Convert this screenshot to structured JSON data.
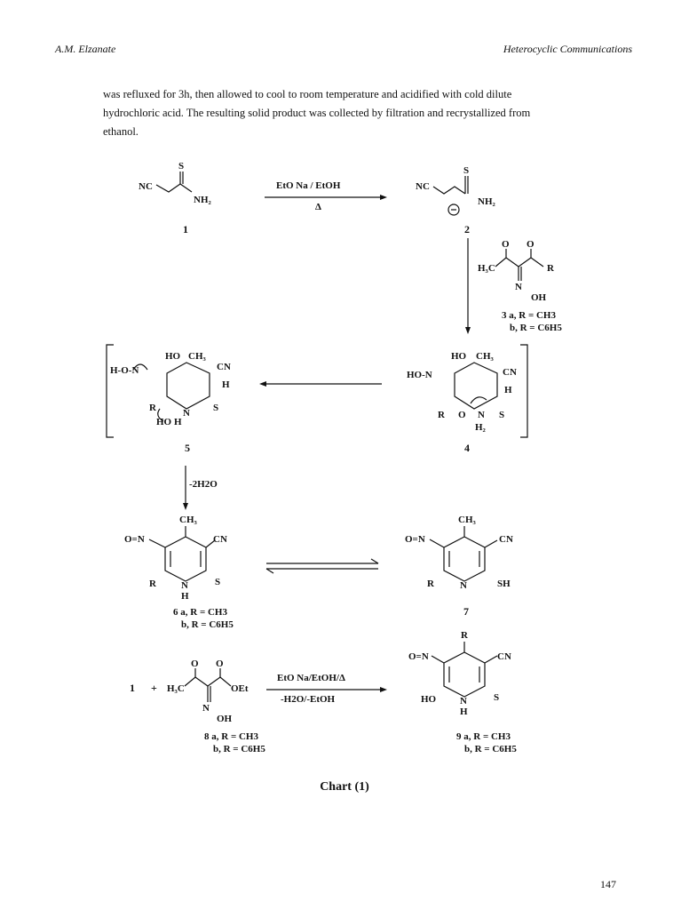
{
  "header": {
    "left": "A.M. Elzanate",
    "right": "Heterocyclic Communications"
  },
  "paragraph": {
    "line1": "was refluxed for 3h, then allowed to cool to room temperature and acidified with cold dilute",
    "line2": "hydrochloric acid. The resulting solid product was collected by filtration and recrystallized from",
    "line3": "ethanol."
  },
  "scheme": {
    "r1_reagent_top": "EtO Na / EtOH",
    "r1_reagent_bottom": "Δ",
    "label_1": "1",
    "label_2": "2",
    "label_3a": "3 a, R = CH3",
    "label_3b": "b, R = C6H5",
    "label_4": "4",
    "label_5": "5",
    "step_5_6": "-2H2O",
    "label_6a": "6 a, R = CH3",
    "label_6b": "b, R = C6H5",
    "label_7": "7",
    "r2_reagent_top": "EtO Na/EtOH/Δ",
    "r2_reagent_bottom": "-H2O/-EtOH",
    "label_8a": "8 a, R = CH3",
    "label_8b": "b, R = C6H5",
    "label_9a": "9 a, R = CH3",
    "label_9b": "b, R = C6H5",
    "start_1": "1",
    "plus": "+"
  },
  "caption": "Chart (1)",
  "page_number": "147"
}
